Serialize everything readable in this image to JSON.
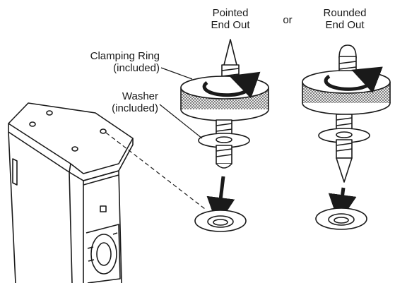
{
  "labels": {
    "pointed_line1": "Pointed",
    "pointed_line2": "End Out",
    "or": "or",
    "rounded_line1": "Rounded",
    "rounded_line2": "End Out",
    "clamp_line1": "Clamping Ring",
    "clamp_line2": "(included)",
    "washer_line1": "Washer",
    "washer_line2": "(included)"
  },
  "colors": {
    "line": "#1a1a1a",
    "background": "#ffffff",
    "knurl": "#555555"
  },
  "parts": [
    {
      "name": "speaker-cabinet"
    },
    {
      "name": "spike-pointed-end-out",
      "tip": "pointed"
    },
    {
      "name": "spike-rounded-end-out",
      "tip": "rounded"
    }
  ]
}
